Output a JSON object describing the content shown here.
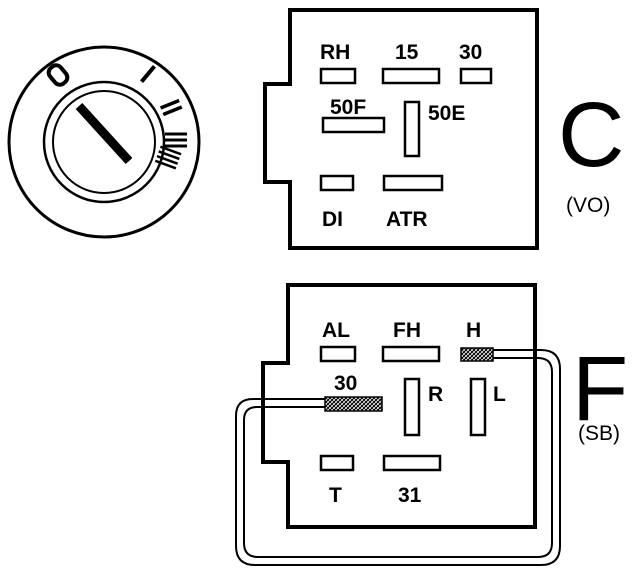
{
  "ignition_switch": {
    "positions": [
      "0",
      "I",
      "II",
      "III"
    ]
  },
  "connector_c": {
    "letter": "C",
    "code": "(VO)",
    "pins": {
      "rh": "RH",
      "p15": "15",
      "p30": "30",
      "p50f": "50F",
      "p50e": "50E",
      "di": "DI",
      "atr": "ATR"
    }
  },
  "connector_f": {
    "letter": "F",
    "code": "(SB)",
    "pins": {
      "al": "AL",
      "fh": "FH",
      "h": "H",
      "p30": "30",
      "r": "R",
      "l": "L",
      "t": "T",
      "p31": "31"
    }
  },
  "colors": {
    "ink": "#000000",
    "paper": "#ffffff"
  }
}
